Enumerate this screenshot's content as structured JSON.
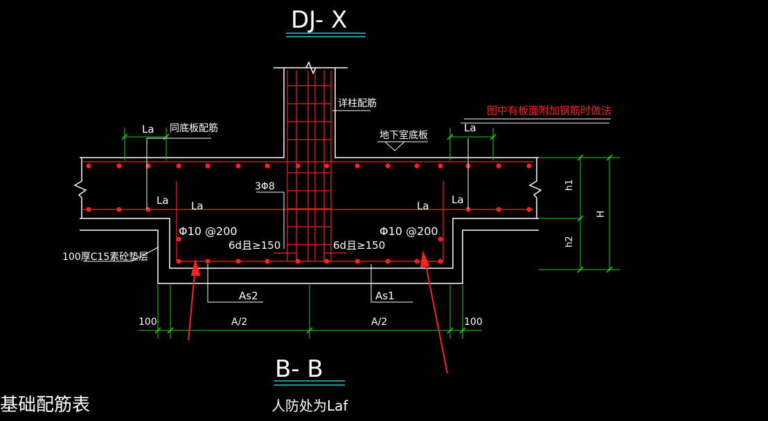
{
  "drawing": {
    "title": "DJ- X",
    "section": "B- B",
    "note_red": "图中有板面附加钢筋时做法",
    "note_civil": "人防处为Laf",
    "table_title": "基础配筋表",
    "column_rebar": "详柱配筋",
    "basement_slab": "地下室底板",
    "slab_rebar": "同底板配筋",
    "stirrup": "3Φ8",
    "la": "La",
    "rebar_left": "Φ10 @200",
    "rebar_right": "Φ10 @200",
    "anchor_left": "6d且≥150",
    "anchor_right": "6d且≥150",
    "as1": "As1",
    "as2": "As2",
    "bedding": "100厚C15素砼垫层",
    "dim_100": "100",
    "dim_a2": "A/2",
    "dim_h": "H",
    "dim_h1": "h1",
    "dim_h2": "h2"
  },
  "colors": {
    "background": "#000000",
    "concrete_outline": "#ffffff",
    "rebar": "#ff2020",
    "dimension": "#22cc22",
    "title_underline": "#22cccc",
    "annotation_arrow": "#ff2020"
  }
}
